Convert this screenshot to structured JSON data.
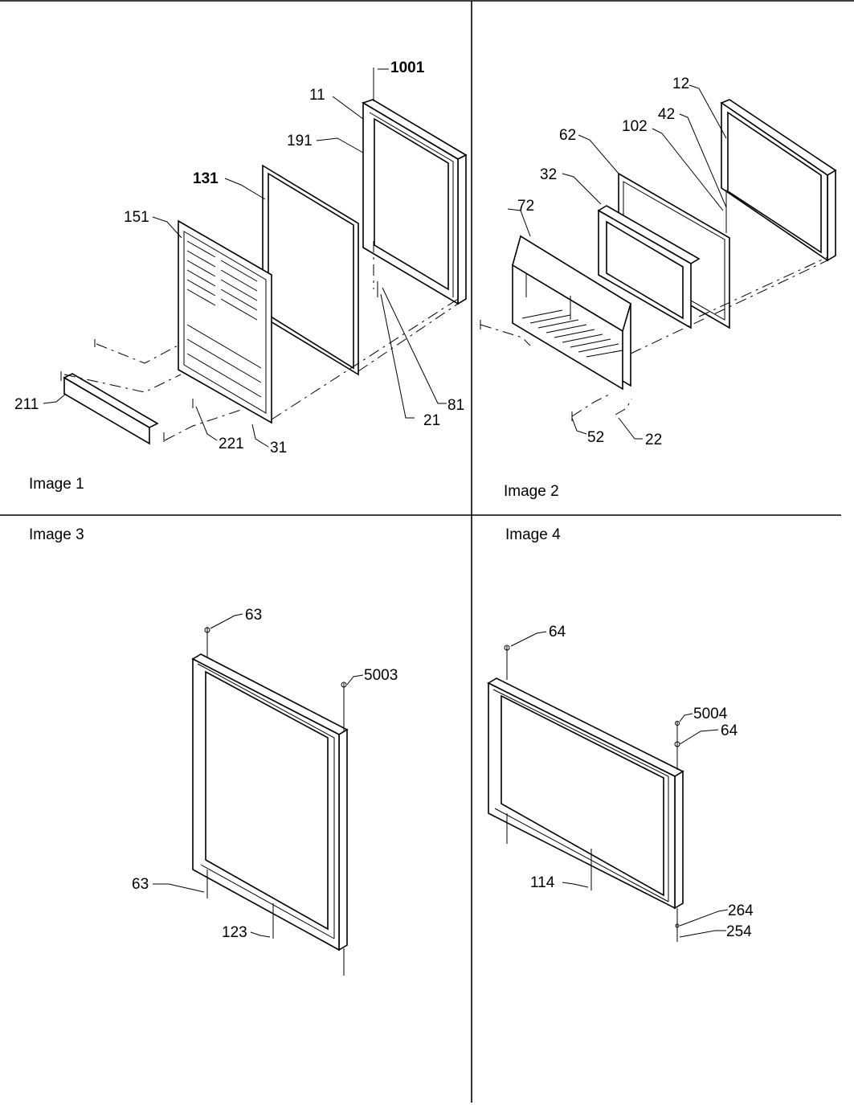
{
  "captions": {
    "image1": "Image 1",
    "image2": "Image 2",
    "image3": "Image 3",
    "image4": "Image 4"
  },
  "callouts": {
    "image1": {
      "c1001": "1001",
      "c11": "11",
      "c191": "191",
      "c131": "131",
      "c151": "151",
      "c211": "211",
      "c221": "221",
      "c31": "31",
      "c21": "21",
      "c81": "81"
    },
    "image2": {
      "c12": "12",
      "c42": "42",
      "c102": "102",
      "c62": "62",
      "c32": "32",
      "c72": "72",
      "c52": "52",
      "c22": "22"
    },
    "image3": {
      "c63_top": "63",
      "c5003": "5003",
      "c63_bottom": "63",
      "c123": "123"
    },
    "image4": {
      "c64_top": "64",
      "c5004": "5004",
      "c64_right": "64",
      "c114": "114",
      "c264": "264",
      "c254": "254"
    }
  }
}
